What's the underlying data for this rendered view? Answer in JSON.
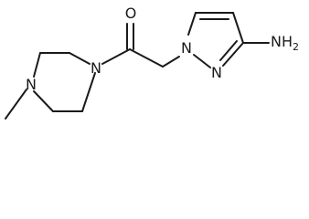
{
  "molecule": {
    "atoms": {
      "carbonyl_oxygen": "O",
      "piperazine_n_amide": "N",
      "piperazine_n_methyl": "N",
      "pyrazole_n1": "N",
      "pyrazole_n2": "N",
      "amine_n": "N",
      "amine_h": "H",
      "amine_h_count": "2"
    }
  }
}
